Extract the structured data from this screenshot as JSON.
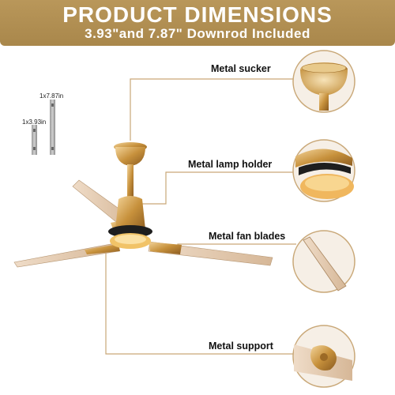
{
  "banner": {
    "title": "PRODUCT DIMENSIONS",
    "subtitle": "3.93\"and 7.87\" Downrod Included"
  },
  "downrods": {
    "short_label": "1x3.93in",
    "long_label": "1x7.87in"
  },
  "callouts": [
    {
      "label": "Metal sucker"
    },
    {
      "label": "Metal lamp holder"
    },
    {
      "label": "Metal fan blades"
    },
    {
      "label": "Metal support"
    }
  ],
  "colors": {
    "banner": "#b08f54",
    "leader_line": "#c9a878",
    "blade": "#e3c9b0",
    "gold": "#c7913c"
  }
}
